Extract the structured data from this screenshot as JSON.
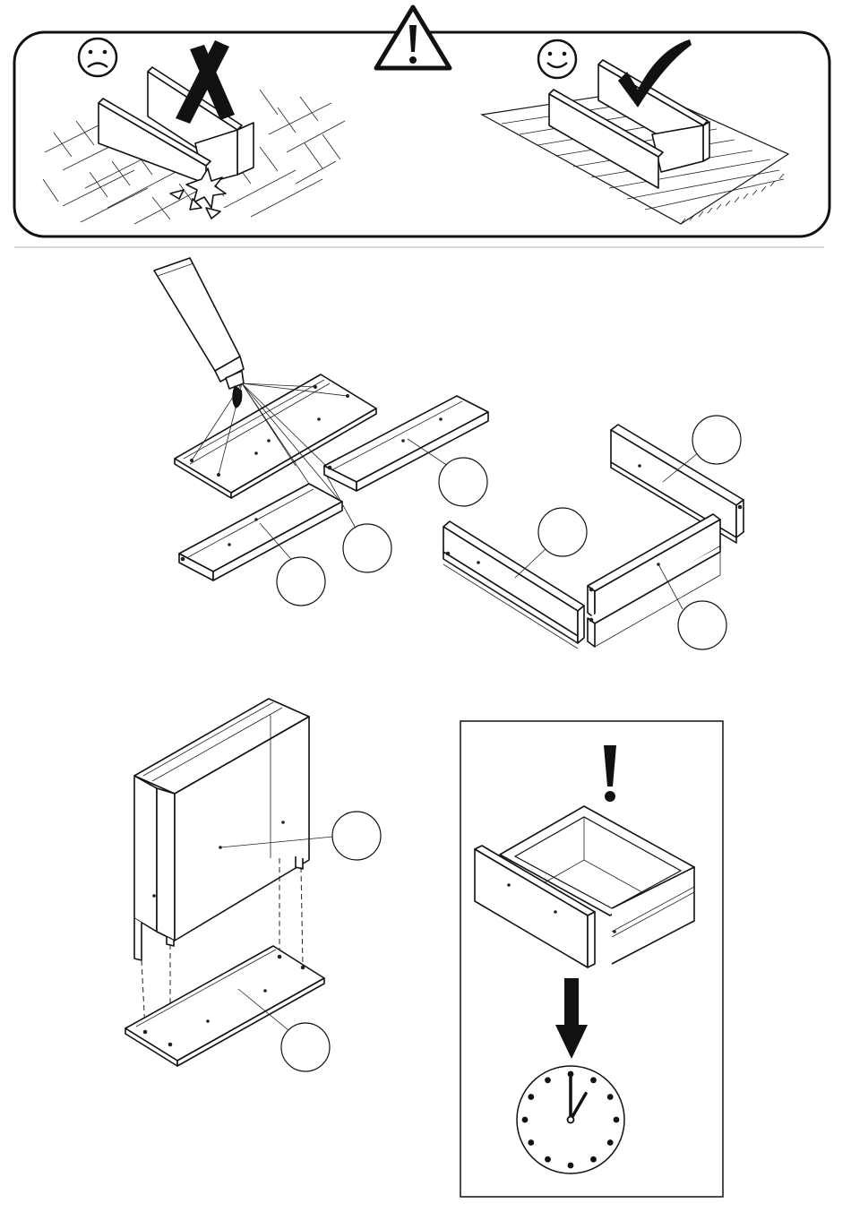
{
  "page": {
    "title": "",
    "text": []
  },
  "icons": {
    "warning": "warning-triangle-icon",
    "sad": "sad-face-icon",
    "happy": "happy-face-icon",
    "wrong": "x-mark-icon",
    "correct": "check-mark-icon",
    "glue": "glue-tube-icon",
    "clock": "clock-icon",
    "attention": "exclamation-icon",
    "arrow": "down-arrow-icon"
  },
  "colors": {
    "ink": "#111111",
    "paper": "#ffffff",
    "divider": "#cccccc"
  },
  "callouts": [
    {
      "id": "c1",
      "label": ""
    },
    {
      "id": "c2",
      "label": ""
    },
    {
      "id": "c3",
      "label": ""
    },
    {
      "id": "c4",
      "label": ""
    },
    {
      "id": "c5",
      "label": ""
    },
    {
      "id": "c6",
      "label": ""
    },
    {
      "id": "c7",
      "label": ""
    },
    {
      "id": "c8",
      "label": ""
    },
    {
      "id": "c9",
      "label": ""
    }
  ],
  "clock": {
    "hour": 1,
    "minute": 0
  }
}
